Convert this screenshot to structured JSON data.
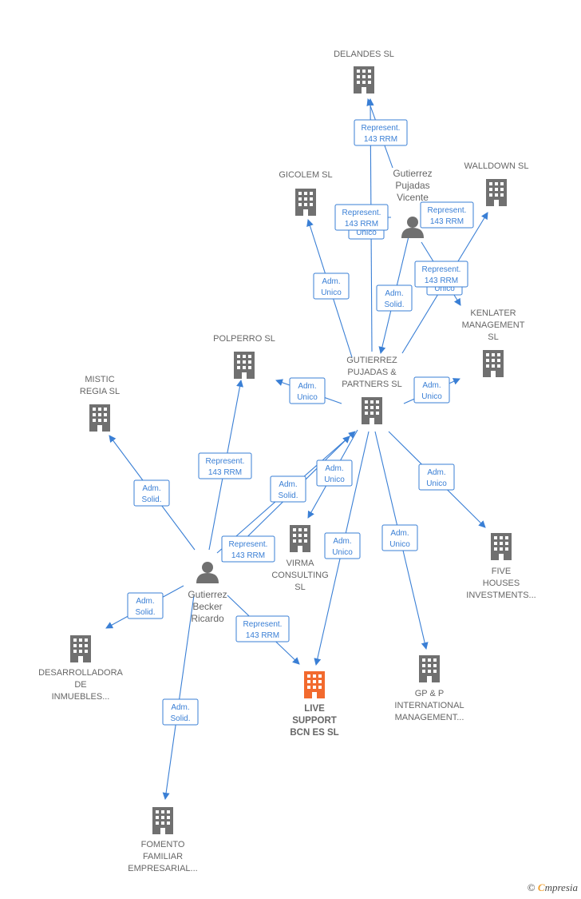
{
  "nodes": [
    {
      "id": "delandes",
      "kind": "company",
      "lines": [
        "DELANDES  SL"
      ]
    },
    {
      "id": "gicolem",
      "kind": "company",
      "lines": [
        "GICOLEM  SL"
      ]
    },
    {
      "id": "walldown",
      "kind": "company",
      "lines": [
        "WALLDOWN  SL"
      ]
    },
    {
      "id": "gutierrez_vicente",
      "kind": "person",
      "lines": [
        "Gutierrez",
        "Pujadas",
        "Vicente"
      ]
    },
    {
      "id": "kenlater",
      "kind": "company",
      "lines": [
        "KENLATER",
        "MANAGEMENT",
        "SL"
      ]
    },
    {
      "id": "polperro",
      "kind": "company",
      "lines": [
        "POLPERRO  SL"
      ]
    },
    {
      "id": "gpp",
      "kind": "company",
      "lines": [
        "GUTIERREZ",
        "PUJADAS &",
        "PARTNERS  SL"
      ]
    },
    {
      "id": "mistic",
      "kind": "company",
      "lines": [
        "MISTIC",
        "REGIA  SL"
      ]
    },
    {
      "id": "virma",
      "kind": "company",
      "lines": [
        "VIRMA",
        "CONSULTING",
        "SL"
      ]
    },
    {
      "id": "five",
      "kind": "company",
      "lines": [
        "FIVE",
        "HOUSES",
        "INVESTMENTS..."
      ]
    },
    {
      "id": "gutierrez_ricardo",
      "kind": "person",
      "lines": [
        "Gutierrez",
        "Becker",
        "Ricardo"
      ]
    },
    {
      "id": "desarrolladora",
      "kind": "company",
      "lines": [
        "DESARROLLADORA",
        "DE",
        "INMUEBLES..."
      ]
    },
    {
      "id": "live",
      "kind": "company",
      "main": true,
      "lines": [
        "LIVE",
        "SUPPORT",
        "BCN ES  SL"
      ]
    },
    {
      "id": "gp",
      "kind": "company",
      "lines": [
        "GP & P",
        "INTERNATIONAL",
        "MANAGEMENT..."
      ]
    },
    {
      "id": "fomento",
      "kind": "company",
      "lines": [
        "FOMENTO",
        "FAMILIAR",
        "EMPRESARIAL..."
      ]
    }
  ],
  "edges": [
    {
      "from": "gutierrez_vicente",
      "to": "delandes",
      "label": [
        "Represent.",
        "143 RRM"
      ]
    },
    {
      "from": "gpp",
      "to": "delandes",
      "label": [
        "Adm.",
        "Unico"
      ]
    },
    {
      "from": "gutierrez_vicente",
      "to": "gicolem",
      "label": [
        "Represent.",
        "143 RRM"
      ]
    },
    {
      "from": "gpp",
      "to": "gicolem",
      "label": [
        "Adm.",
        "Unico"
      ]
    },
    {
      "from": "gutierrez_vicente",
      "to": "walldown",
      "label": [
        "Represent.",
        "143 RRM"
      ]
    },
    {
      "from": "gpp",
      "to": "walldown",
      "label": [
        "Adm.",
        "Unico"
      ]
    },
    {
      "from": "gutierrez_vicente",
      "to": "kenlater",
      "label": [
        "Represent.",
        "143 RRM"
      ]
    },
    {
      "from": "gutierrez_vicente",
      "to": "gpp",
      "label": [
        "Adm.",
        "Solid."
      ]
    },
    {
      "from": "gpp",
      "to": "kenlater",
      "label": [
        "Adm.",
        "Unico"
      ]
    },
    {
      "from": "gpp",
      "to": "polperro",
      "label": [
        "Adm.",
        "Unico"
      ]
    },
    {
      "from": "gpp",
      "to": "virma",
      "label": [
        "Adm.",
        "Unico"
      ]
    },
    {
      "from": "gpp",
      "to": "live",
      "label": [
        "Adm.",
        "Unico"
      ]
    },
    {
      "from": "gpp",
      "to": "gp",
      "label": [
        "Adm.",
        "Unico"
      ]
    },
    {
      "from": "gpp",
      "to": "five",
      "label": [
        "Adm.",
        "Unico"
      ]
    },
    {
      "from": "gutierrez_ricardo",
      "to": "polperro",
      "label": [
        "Represent.",
        "143 RRM"
      ]
    },
    {
      "from": "gutierrez_ricardo",
      "to": "mistic",
      "label": [
        "Adm.",
        "Solid."
      ]
    },
    {
      "from": "gutierrez_ricardo",
      "to": "gpp",
      "label": [
        "Adm.",
        "Solid."
      ]
    },
    {
      "from": "gutierrez_ricardo",
      "to": "gpp",
      "label": [
        "Represent.",
        "143 RRM"
      ]
    },
    {
      "from": "gutierrez_ricardo",
      "to": "desarrolladora",
      "label": [
        "Adm.",
        "Solid."
      ]
    },
    {
      "from": "gutierrez_ricardo",
      "to": "live",
      "label": [
        "Represent.",
        "143 RRM"
      ]
    },
    {
      "from": "gutierrez_ricardo",
      "to": "fomento",
      "label": [
        "Adm.",
        "Solid."
      ]
    }
  ],
  "colors": {
    "edge": "#3a7fd5",
    "icon": "#707070",
    "main_icon": "#f26a2e",
    "label": "#666666"
  },
  "brand": {
    "copyright": "©",
    "e": "C",
    "rest": "mpresia"
  }
}
